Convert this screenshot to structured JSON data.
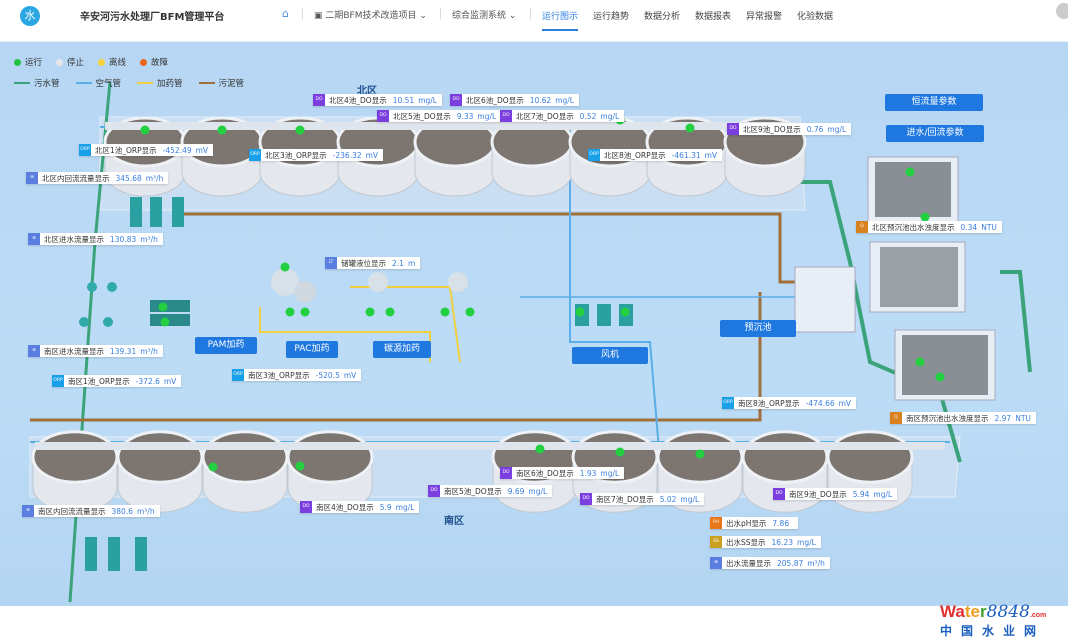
{
  "header": {
    "title": "辛安河污水处理厂BFM管理平台",
    "logo_text": "水",
    "project": "二期BFM技术改造项目",
    "system": "综合监测系统",
    "nav": [
      "运行图示",
      "运行趋势",
      "数据分析",
      "数据报表",
      "异常报警",
      "化验数据"
    ],
    "active_nav": "运行图示"
  },
  "legend": {
    "status": [
      {
        "label": "运行",
        "color": "#22c040"
      },
      {
        "label": "停止",
        "color": "#e6e6e6"
      },
      {
        "label": "离线",
        "color": "#f5d23c"
      },
      {
        "label": "故障",
        "color": "#e8661c"
      }
    ],
    "pipes": [
      {
        "label": "污水管",
        "color": "#3aa37a"
      },
      {
        "label": "空气管",
        "color": "#5aaee8"
      },
      {
        "label": "加药管",
        "color": "#f0d040"
      },
      {
        "label": "污泥管",
        "color": "#a0703a"
      }
    ]
  },
  "zones": {
    "north": "北区",
    "south": "南区"
  },
  "buttons": {
    "constant_flow": "恒流量参数",
    "inflow_return": "进水/回流参数",
    "pam": "PAM加药",
    "pac": "PAC加药",
    "carbon": "碳源加药",
    "blower": "风机",
    "presettle": "预沉池"
  },
  "tags": [
    {
      "type": "DO",
      "label": "北区4池_DO显示",
      "value": "10.51",
      "unit": "mg/L"
    },
    {
      "type": "DO",
      "label": "北区6池_DO显示",
      "value": "10.62",
      "unit": "mg/L"
    },
    {
      "type": "DO",
      "label": "北区5池_DO显示",
      "value": "9.33",
      "unit": "mg/L"
    },
    {
      "type": "DO",
      "label": "北区7池_DO显示",
      "value": "0.52",
      "unit": "mg/L"
    },
    {
      "type": "DO",
      "label": "北区9池_DO显示",
      "value": "0.76",
      "unit": "mg/L"
    },
    {
      "type": "ORP",
      "label": "北区1池_ORP显示",
      "value": "-452.49",
      "unit": "mV"
    },
    {
      "type": "ORP",
      "label": "北区3池_ORP显示",
      "value": "-236.32",
      "unit": "mV"
    },
    {
      "type": "ORP",
      "label": "北区8池_ORP显示",
      "value": "-461.31",
      "unit": "mV"
    },
    {
      "type": "FLOW",
      "label": "北区内回流流量显示",
      "value": "345.68",
      "unit": "m³/h"
    },
    {
      "type": "FLOW",
      "label": "北区进水流量显示",
      "value": "130.83",
      "unit": "m³/h"
    },
    {
      "type": "NTU",
      "label": "北区预沉池出水浊度显示",
      "value": "0.34",
      "unit": "NTU"
    },
    {
      "type": "LT",
      "label": "储罐液位显示",
      "value": "2.1",
      "unit": "m"
    },
    {
      "type": "FLOW",
      "label": "南区进水流量显示",
      "value": "139.31",
      "unit": "m³/h"
    },
    {
      "type": "ORP",
      "label": "南区1池_ORP显示",
      "value": "-372.6",
      "unit": "mV"
    },
    {
      "type": "ORP",
      "label": "南区3池_ORP显示",
      "value": "-520.5",
      "unit": "mV"
    },
    {
      "type": "ORP",
      "label": "南区8池_ORP显示",
      "value": "-474.66",
      "unit": "mV"
    },
    {
      "type": "NTU",
      "label": "南区预沉池出水浊度显示",
      "value": "2.97",
      "unit": "NTU"
    },
    {
      "type": "DO",
      "label": "南区6池_DO显示",
      "value": "1.93",
      "unit": "mg/L"
    },
    {
      "type": "DO",
      "label": "南区5池_DO显示",
      "value": "9.69",
      "unit": "mg/L"
    },
    {
      "type": "DO",
      "label": "南区7池_DO显示",
      "value": "5.02",
      "unit": "mg/L"
    },
    {
      "type": "DO",
      "label": "南区9池_DO显示",
      "value": "5.94",
      "unit": "mg/L"
    },
    {
      "type": "DO",
      "label": "南区4池_DO显示",
      "value": "5.9",
      "unit": "mg/L"
    },
    {
      "type": "FLOW",
      "label": "南区内回流流量显示",
      "value": "380.6",
      "unit": "m³/h"
    },
    {
      "type": "PH",
      "label": "出水pH显示",
      "value": "7.86",
      "unit": ""
    },
    {
      "type": "SS",
      "label": "出水SS显示",
      "value": "16.23",
      "unit": "mg/L"
    },
    {
      "type": "FLOW",
      "label": "出水流量显示",
      "value": "205.87",
      "unit": "m³/h"
    }
  ],
  "tag_colors": {
    "DO": "#7b3fe0",
    "ORP": "#1aa0e8",
    "FLOW": "#5b7fe0",
    "NTU": "#d98020",
    "LT": "#5b7fe0",
    "PH": "#e87818",
    "SS": "#c9a020"
  },
  "watermark": {
    "brand": "Water8848",
    "suffix": ".com",
    "cn": "中国水业网"
  }
}
